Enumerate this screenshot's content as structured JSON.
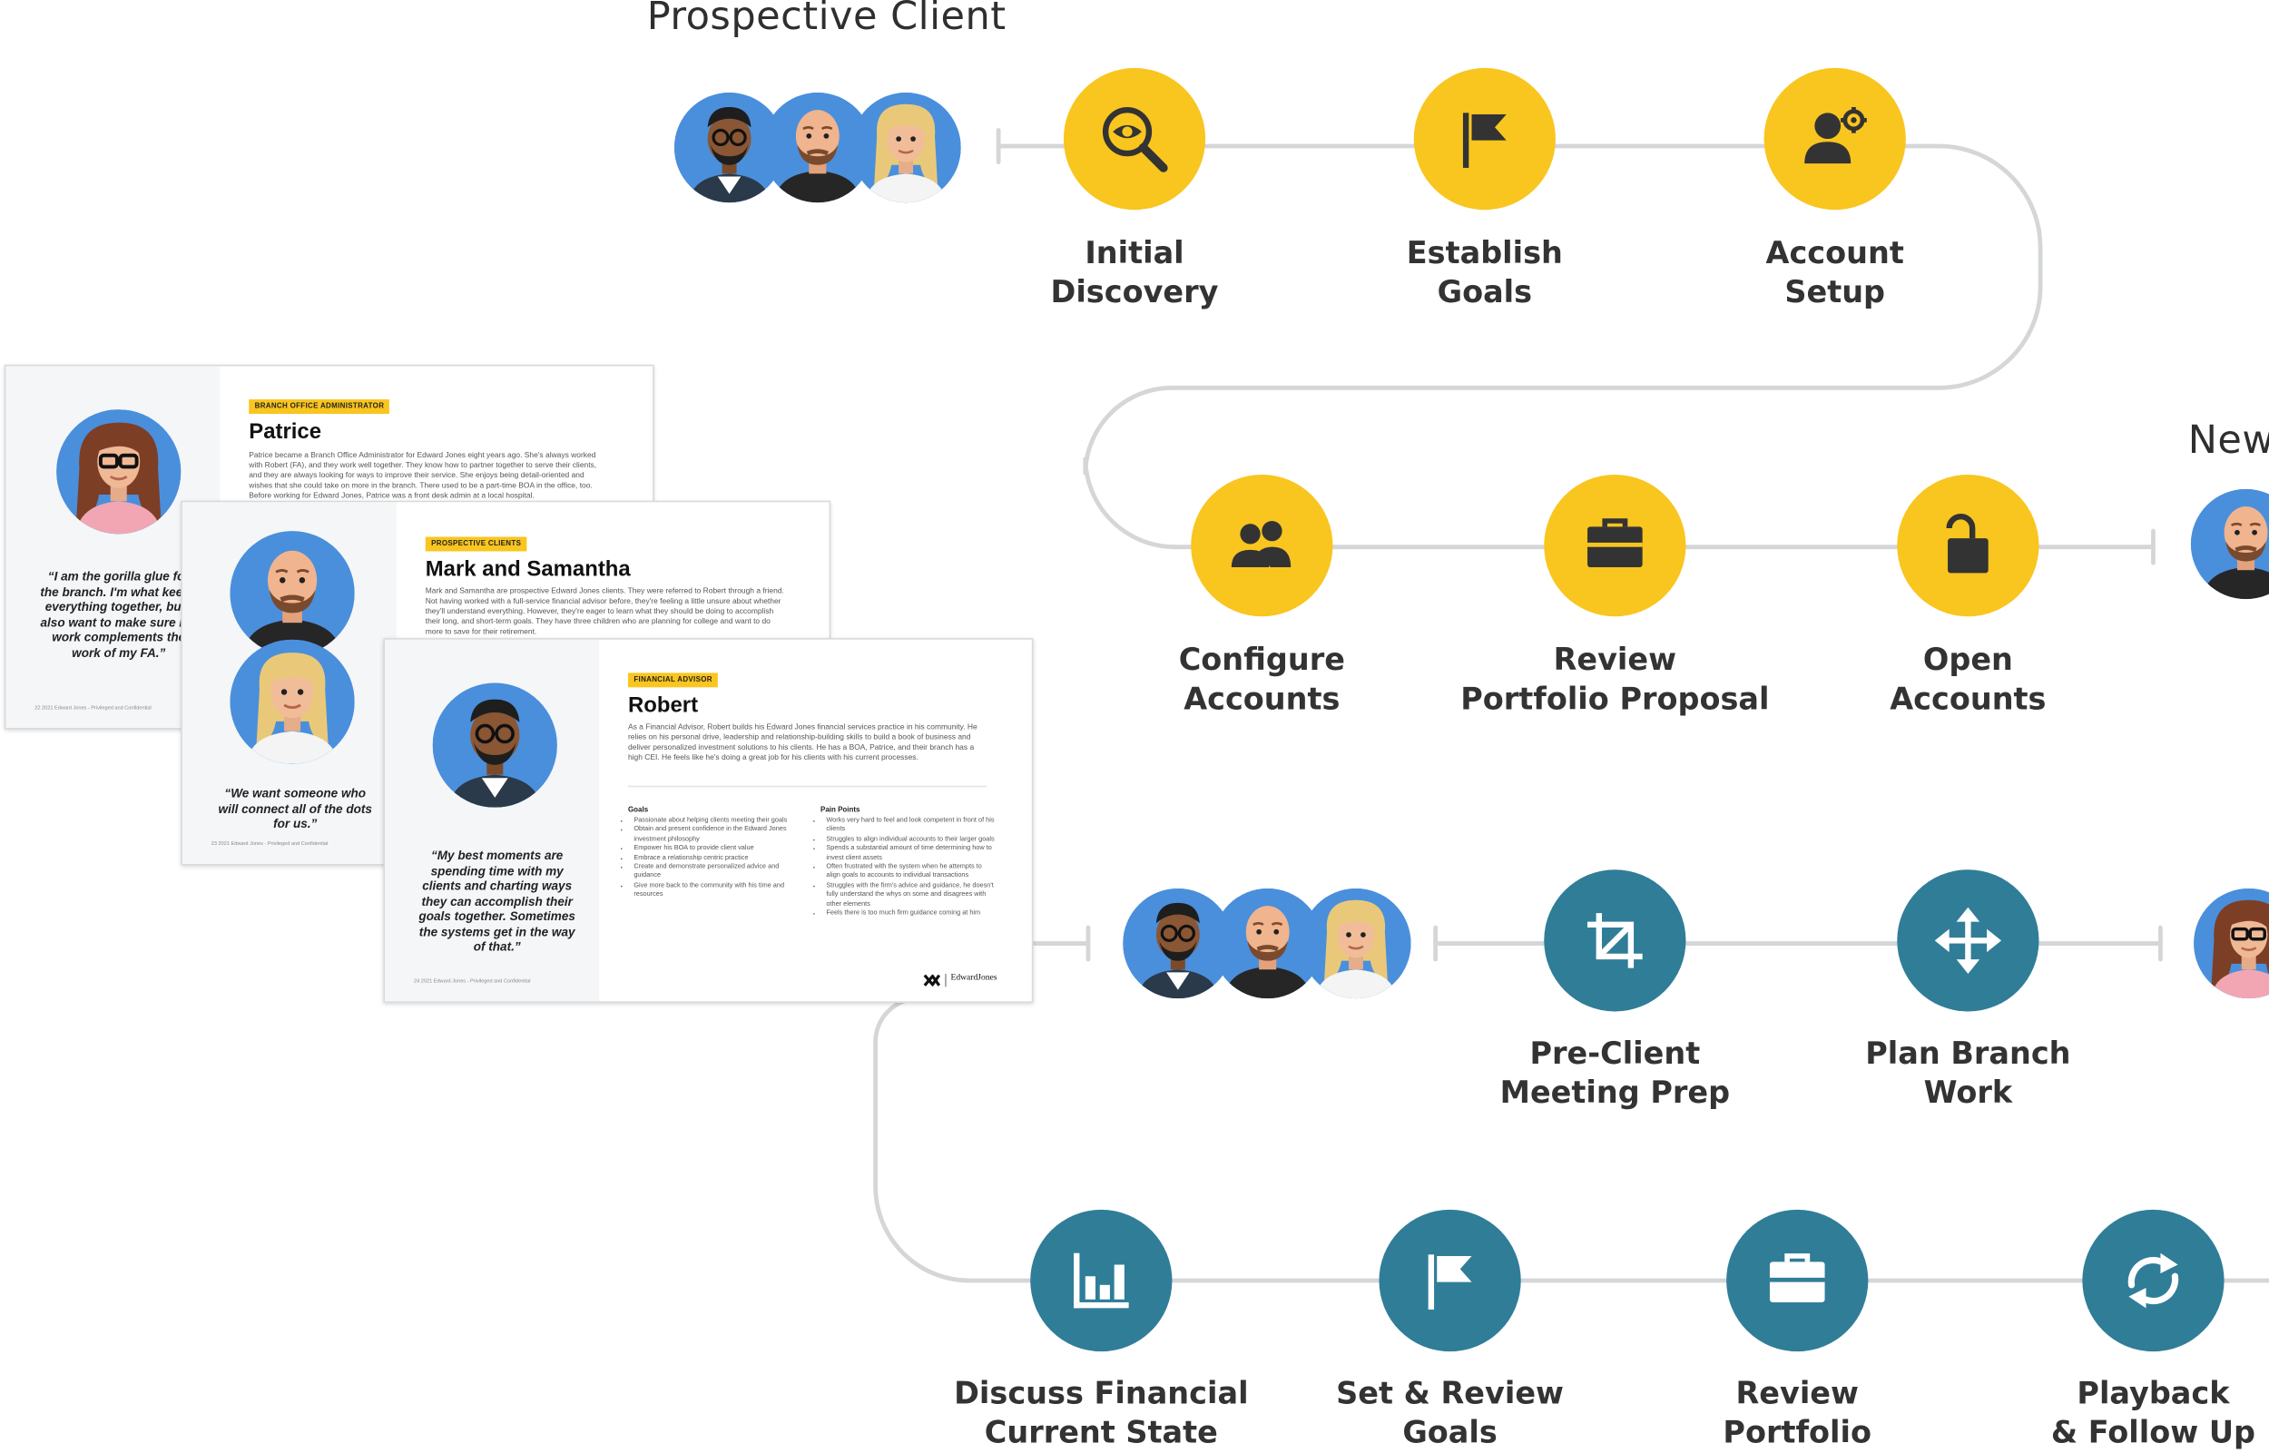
{
  "headings": {
    "prospective": "Prospective Client",
    "new_client": "New"
  },
  "nodes": [
    {
      "id": "initial-discovery",
      "icon": "magnifier-eye-icon",
      "color": "#f9c51f",
      "label": [
        "Initial",
        "Discovery"
      ]
    },
    {
      "id": "establish-goals",
      "icon": "flag-icon",
      "color": "#f9c51f",
      "label": [
        "Establish",
        "Goals"
      ]
    },
    {
      "id": "account-setup",
      "icon": "user-gear-icon",
      "color": "#f9c51f",
      "label": [
        "Account",
        "Setup"
      ]
    },
    {
      "id": "configure-accounts",
      "icon": "users-icon",
      "color": "#f9c51f",
      "label": [
        "Configure",
        "Accounts"
      ]
    },
    {
      "id": "review-portfolio-proposal",
      "icon": "briefcase-icon",
      "color": "#f9c51f",
      "label": [
        "Review",
        "Portfolio Proposal"
      ]
    },
    {
      "id": "open-accounts",
      "icon": "unlock-icon",
      "color": "#f9c51f",
      "label": [
        "Open",
        "Accounts"
      ]
    },
    {
      "id": "pre-client-meeting-prep",
      "icon": "crop-icon",
      "color": "#307d98",
      "label": [
        "Pre-Client",
        "Meeting Prep"
      ]
    },
    {
      "id": "plan-branch-work",
      "icon": "move-arrows-icon",
      "color": "#307d98",
      "label": [
        "Plan Branch",
        "Work"
      ]
    },
    {
      "id": "discuss-financial-current-state",
      "icon": "bar-chart-icon",
      "color": "#307d98",
      "label": [
        "Discuss Financial",
        "Current State"
      ]
    },
    {
      "id": "set-review-goals",
      "icon": "flag-icon",
      "color": "#307d98",
      "label": [
        "Set & Review",
        "Goals"
      ]
    },
    {
      "id": "review-portfolio",
      "icon": "briefcase-icon",
      "color": "#307d98",
      "label": [
        "Review",
        "Portfolio"
      ]
    },
    {
      "id": "playback-follow-up",
      "icon": "refresh-icon",
      "color": "#307d98",
      "label": [
        "Playback",
        "& Follow Up"
      ]
    }
  ],
  "personas": [
    {
      "id": "patrice",
      "tag": "BRANCH OFFICE ADMINISTRATOR",
      "name": "Patrice",
      "body": "Patrice became a Branch Office Administrator for Edward Jones eight years ago. She's always worked with Robert (FA), and they work well together. They know how to partner together to serve their clients, and they are always looking for ways to improve their service. She enjoys being detail-oriented and wishes that she could take on more in the branch. There used to be a part-time BOA in the office, too. Before working for Edward Jones, Patrice was a front desk admin at a local hospital.",
      "quote": "“I am the gorilla glue for the branch. I'm what keeps everything together, but I also want to make sure my work complements the work of my FA.”",
      "footer": "22   2021 Edward Jones - Privileged and Confidential"
    },
    {
      "id": "mark-samantha",
      "tag": "PROSPECTIVE CLIENTS",
      "name": "Mark and Samantha",
      "body": "Mark and Samantha are prospective Edward Jones clients. They were referred to Robert through a friend. Not having worked with a full-service financial advisor before, they're feeling a little unsure about whether they'll understand everything. However, they're eager to learn what they should be doing to accomplish their long, and short-term goals. They have three children who are planning for college and want to do more to save for their retirement.",
      "quote": "“We want someone who will connect all of the dots for us.”",
      "footer": "23   2021 Edward Jones - Privileged and Confidential"
    },
    {
      "id": "robert",
      "tag": "FINANCIAL ADVISOR",
      "name": "Robert",
      "body": "As a Financial Advisor, Robert builds his Edward Jones financial services practice in his community. He relies on his personal drive, leadership and relationship-building skills to build a book of business and deliver personalized investment solutions to his clients. He has a BOA, Patrice, and their branch has a high CEI. He feels like he's doing a great job for his clients with his current processes.",
      "quote": "“My best moments are spending time with my clients and charting ways they can accomplish their goals together. Sometimes the systems get in the way of that.”",
      "footer": "24   2021 Edward Jones - Privileged and Confidential",
      "goals_title": "Goals",
      "goals": [
        "Passionate about helping clients meeting their goals",
        "Obtain and present confidence in the Edward Jones investment philosophy",
        "Empower his BOA to provide client value",
        "Embrace a relationship centric practice",
        "Create and demonstrate personalized advice and guidance",
        "Give more back to the community with his time and resources"
      ],
      "pain_title": "Pain Points",
      "pains": [
        "Works very hard to feel and look competent in front of his clients",
        "Struggles to align individual accounts to their larger goals",
        "Spends a substantial amount of time determining how to invest client assets",
        "Often frustrated with the system when he attempts to align goals to accounts to individual transactions",
        "Struggles with the firm's advice and guidance, he doesn't fully understand the whys on some and disagrees with other elements",
        "Feels there is too much firm guidance coming at him"
      ],
      "brand": "EdwardJones"
    }
  ]
}
